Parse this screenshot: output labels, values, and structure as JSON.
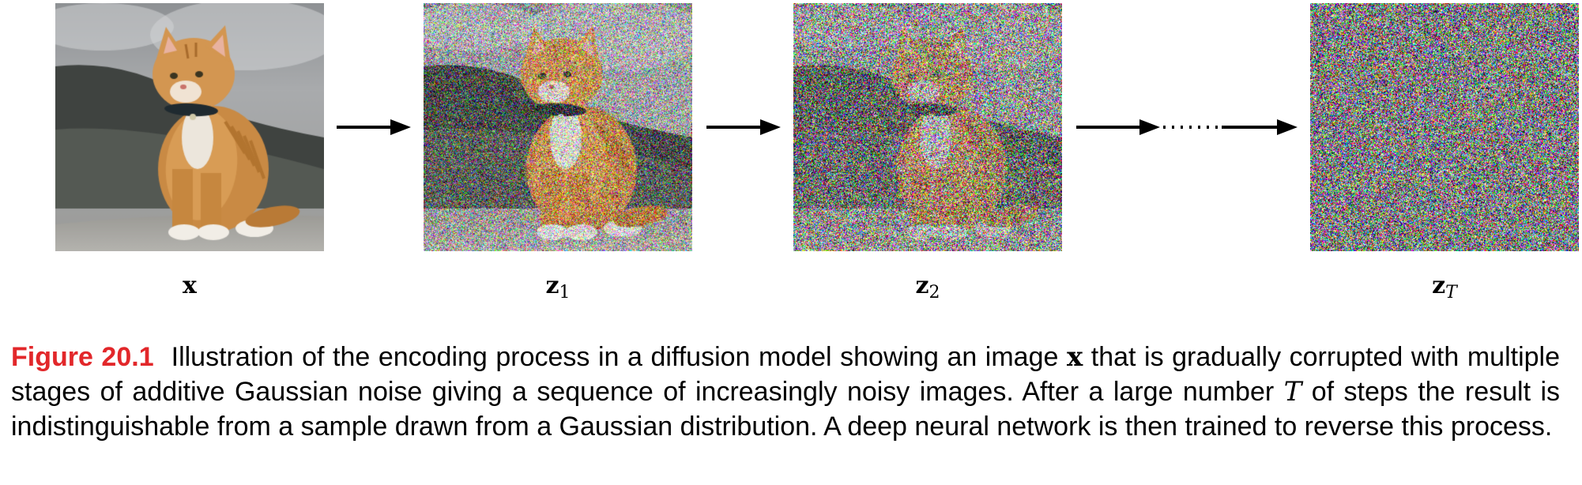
{
  "figure": {
    "panels": [
      {
        "id": "x",
        "label_main": "x",
        "label_sub": "",
        "noise_level": 0.0
      },
      {
        "id": "z1",
        "label_main": "z",
        "label_sub": "1",
        "noise_level": 0.5
      },
      {
        "id": "z2",
        "label_main": "z",
        "label_sub": "2",
        "noise_level": 0.8
      },
      {
        "id": "zT",
        "label_main": "z",
        "label_sub": "T",
        "noise_level": 1.0
      }
    ]
  },
  "caption": {
    "number": "Figure 20.1",
    "text_1": "Illustration of the encoding process in a diffusion model showing an image ",
    "math_x": "x",
    "text_2": " that is gradually corrupted with multiple stages of additive Gaussian noise giving a sequence of increasingly noisy images. After a large number ",
    "math_T": "T",
    "text_3": " of steps the result is indistinguishable from a sample drawn from a Gaussian distribution.  A deep neural network is then trained to reverse this process."
  },
  "colors": {
    "figure_number": "#e2272a",
    "arrow": "#000000",
    "text": "#000000"
  }
}
